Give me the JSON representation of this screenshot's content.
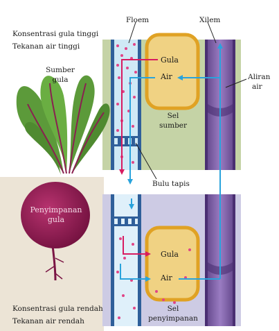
{
  "diagram": {
    "top_conditions": [
      "Konsentrasi gula tinggi",
      "Tekanan air tinggi"
    ],
    "bottom_conditions": [
      "Konsentrasi gula rendah",
      "Tekanan air rendah"
    ],
    "source_label": [
      "Sumber",
      "gula"
    ],
    "storage_label": [
      "Penyimpanan",
      "gula"
    ],
    "phloem_label": "Floem",
    "xylem_label": "Xilem",
    "water_flow_label": [
      "Aliran",
      "air"
    ],
    "sieve_plate_label": "Bulu tapis",
    "source_cell_label": [
      "Sel",
      "sumber"
    ],
    "storage_cell_label": [
      "Sel",
      "penyimpanan"
    ],
    "sugar_label_top": "Gula",
    "water_label_top": "Air",
    "sugar_label_bottom": "Gula",
    "water_label_bottom": "Air"
  },
  "colors": {
    "sugar_arrow": "#d81b60",
    "water_arrow": "#29a3dc",
    "phloem_fill": "#cfe9f6",
    "xylem_fill": "#7a5ba6",
    "source_bg": "#c5d3a6",
    "storage_bg": "#cdcbe4",
    "cell_fill": "#f0d283",
    "cell_border": "#e0a224",
    "beet": "#9a1f5a",
    "leaf": "#5c9a3a"
  }
}
